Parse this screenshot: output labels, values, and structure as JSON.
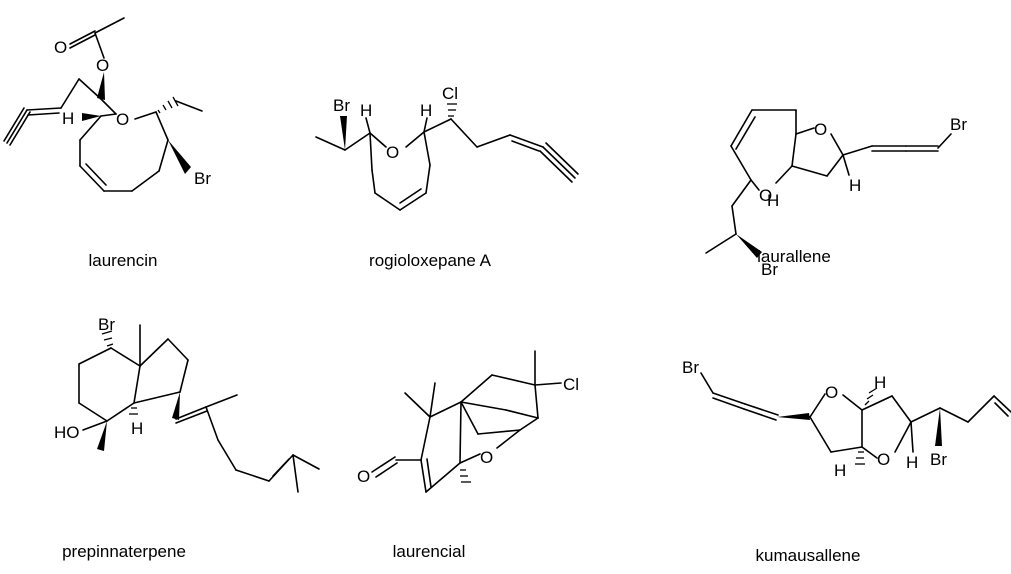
{
  "molecules": [
    {
      "name": "laurencin",
      "atoms": {
        "o1": "O",
        "o2": "O",
        "h": "H",
        "o_ring": "O",
        "br": "Br"
      }
    },
    {
      "name": "rogioloxepane A",
      "atoms": {
        "br": "Br",
        "h1": "H",
        "o": "O",
        "h2": "H",
        "cl": "Cl"
      }
    },
    {
      "name": "laurallene",
      "atoms": {
        "o1": "O",
        "o2": "O",
        "h1": "H",
        "h2": "H",
        "br1": "Br",
        "br2": "Br"
      }
    },
    {
      "name": "prepinnaterpene",
      "atoms": {
        "br": "Br",
        "ho": "HO",
        "h": "H"
      }
    },
    {
      "name": "laurencial",
      "atoms": {
        "o1": "O",
        "o2": "O",
        "cl": "Cl"
      }
    },
    {
      "name": "kumausallene",
      "atoms": {
        "br1": "Br",
        "o1": "O",
        "h1": "H",
        "h2": "H",
        "o2": "O",
        "h3": "H",
        "br2": "Br"
      }
    }
  ]
}
